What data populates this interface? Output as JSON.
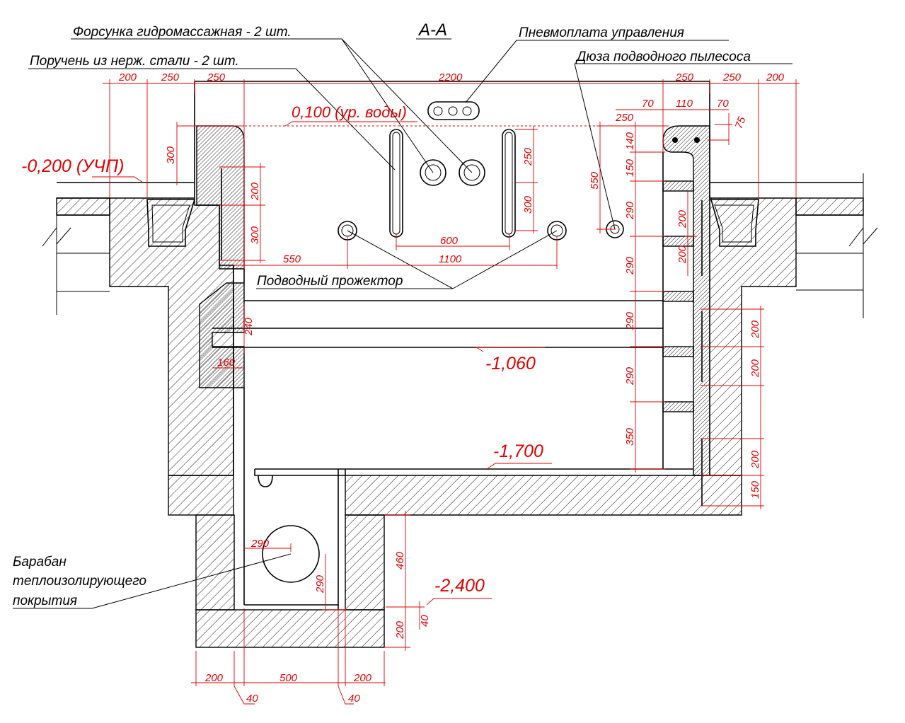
{
  "title": "А-А",
  "labels": {
    "nozzle": "Форсунка гидромассажная - 2 шт.",
    "handrail": "Поручень из нерж. стали - 2 шт.",
    "panel": "Пневмоплата управления",
    "vacuum": "Дюза подводного пылесоса",
    "spotlight": "Подводный прожектор",
    "drum_1": "Барабан",
    "drum_2": "теплоизолирующего",
    "drum_3": "покрытия"
  },
  "levels": {
    "water": "0,100 (ур. воды)",
    "ground": "-0,200 (УЧП)",
    "shelf": "-1,060",
    "bottom": "-1,700",
    "pit": "-2,400"
  },
  "dims": {
    "top_200_l": "200",
    "top_250_l1": "250",
    "top_250_l2": "250",
    "top_2200": "2200",
    "top_250_r1": "250",
    "top_250_r2": "250",
    "top_200_r": "200",
    "r_70_l": "70",
    "r_110": "110",
    "r_70_r": "70",
    "r_75": "75",
    "r_250": "250",
    "v_300_wall": "300",
    "v_200_l": "200",
    "v_300_l": "300",
    "v_250_rail": "250",
    "v_300_rail": "300",
    "h_600": "600",
    "h_1100": "1100",
    "h_550": "550",
    "v_550": "550",
    "v_140": "140",
    "v_150": "150",
    "v_290_1": "290",
    "v_290_2": "290",
    "v_290_3": "290",
    "v_290_4": "290",
    "v_350": "350",
    "v_200_step1": "200",
    "v_200_step2": "200",
    "v_240": "240",
    "h_160": "160",
    "v_200_r1": "200",
    "v_200_r2": "200",
    "v_200_r3": "200",
    "v_150_r": "150",
    "v_460": "460",
    "v_200_pit": "200",
    "v_40": "40",
    "h_290_drum": "290",
    "v_290_drum": "290",
    "b_200_l": "200",
    "b_500": "500",
    "b_200_r": "200",
    "b_40_l": "40",
    "b_40_r": "40"
  }
}
